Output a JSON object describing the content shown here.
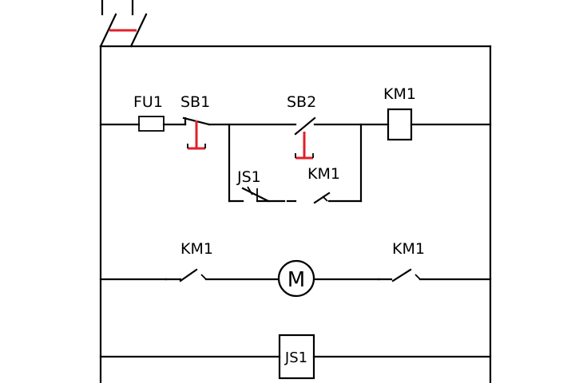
{
  "labels": {
    "fu1": "FU1",
    "sb1": "SB1",
    "sb2": "SB2",
    "km1_coil": "KM1",
    "js1_contact": "JS1",
    "km1_hold": "KM1",
    "km1_left": "KM1",
    "km1_right": "KM1",
    "motor": "M",
    "js1_coil": "JS1"
  },
  "colors": {
    "wire": "#000000",
    "actuator": "#e0202a",
    "background": "#ffffff"
  }
}
